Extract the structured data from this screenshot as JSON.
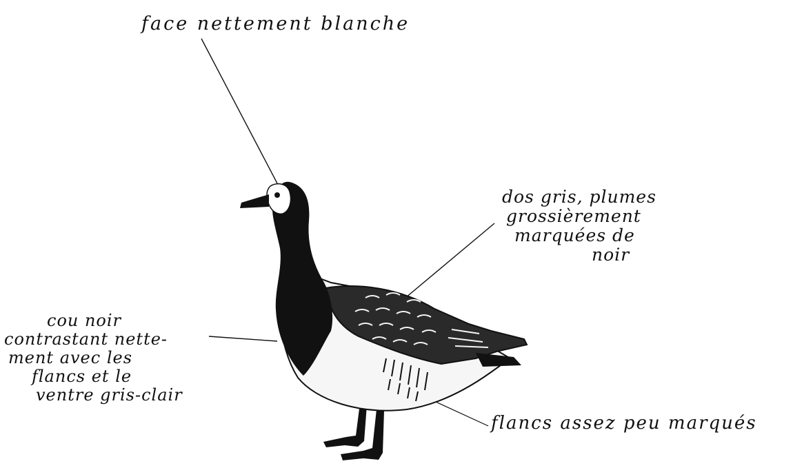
{
  "labels": {
    "face": "face nettement blanche",
    "back": {
      "line1": "dos gris, plumes",
      "line2": "grossièrement",
      "line3": "marquées de",
      "line4": "noir"
    },
    "neck": {
      "line1": "cou noir",
      "line2": "contrastant nette-",
      "line3": "ment avec les",
      "line4": "flancs et le",
      "line5": "ventre gris-clair"
    },
    "flanks": "flancs assez peu marqués"
  },
  "colors": {
    "ink": "#111111",
    "paper": "#ffffff",
    "belly": "#f6f6f6"
  }
}
